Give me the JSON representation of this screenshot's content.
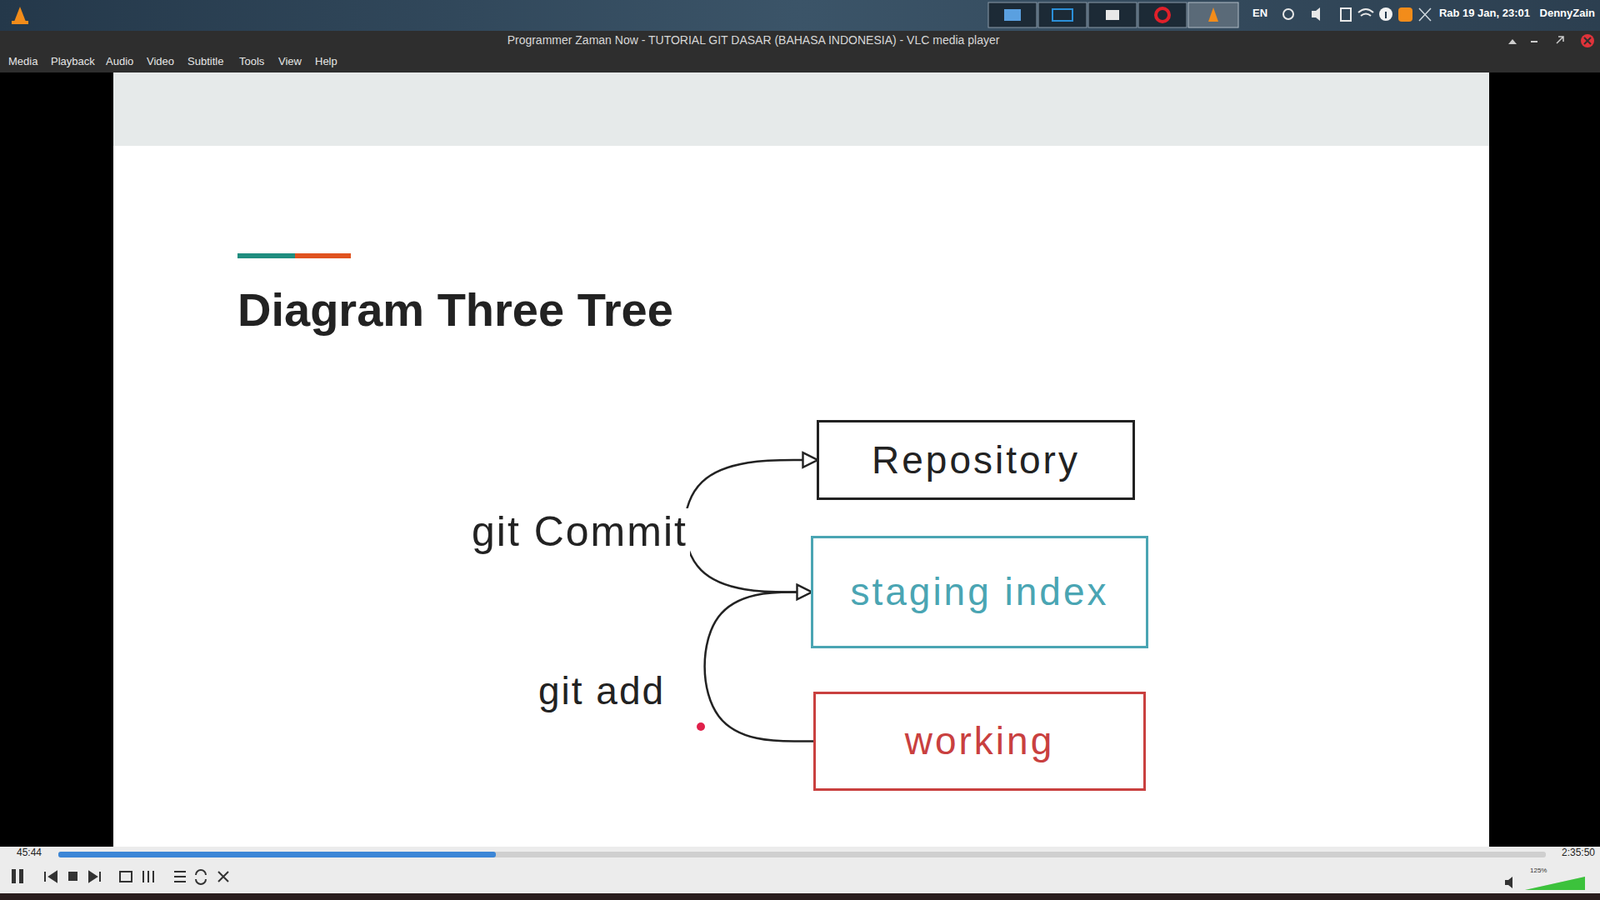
{
  "diagram": {
    "title": "Diagram Three Tree",
    "nodes": [
      {
        "text": [
          "Repository"
        ]
      },
      {
        "text": [
          "staging index"
        ]
      },
      {
        "text": [
          "working"
        ]
      }
    ],
    "edges": [
      {
        "from": 1,
        "to": 0,
        "arrow": "to",
        "label": "git Commit"
      },
      {
        "from": 2,
        "to": 1,
        "arrow": "to",
        "label": "git add"
      }
    ],
    "labels": [
      "Programmer Zaman Now - TUTORIAL GIT DASAR (BAHASA INDONESIA) - VLC media player",
      "Media",
      "Playback",
      "Audio",
      "Video",
      "Subtitle",
      "Tools",
      "View",
      "Help",
      "45:44",
      "2:35:50",
      "EN",
      "Rab 19 Jan, 23:01",
      "DennyZain",
      "125%"
    ]
  }
}
